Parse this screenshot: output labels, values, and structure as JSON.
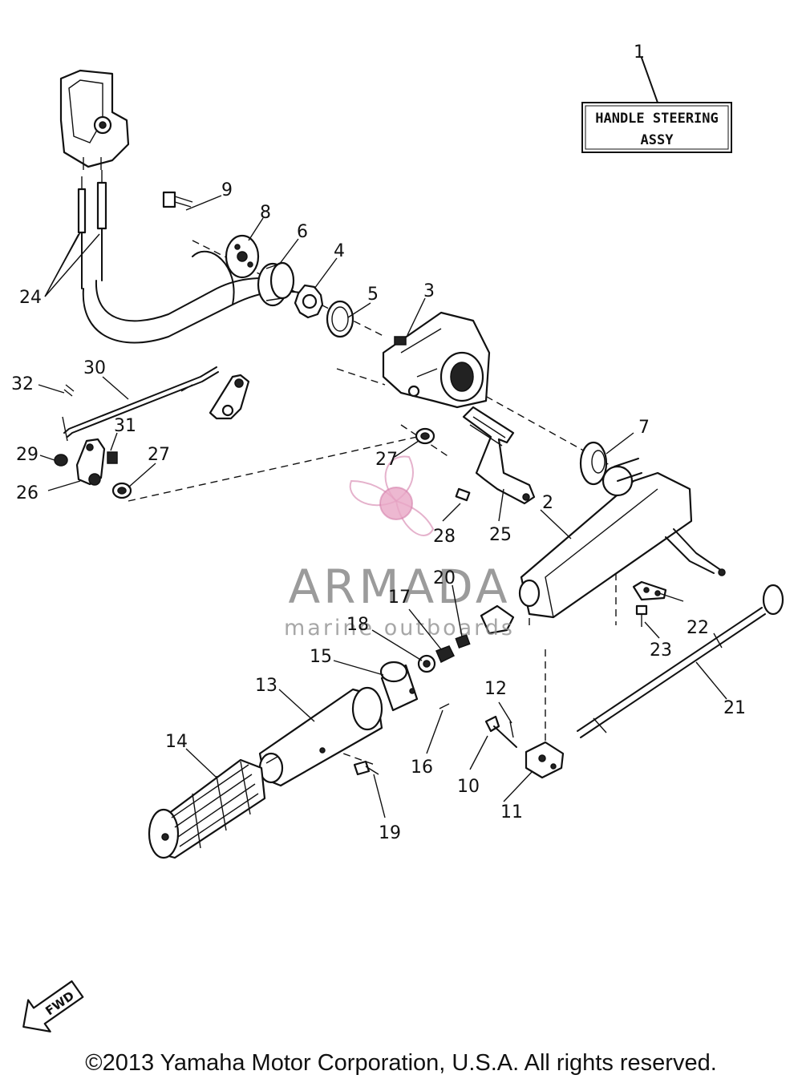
{
  "title_box": {
    "line1": "HANDLE STEERING",
    "line2": "ASSY"
  },
  "callouts": {
    "c1": "1",
    "c2": "2",
    "c3": "3",
    "c4": "4",
    "c5": "5",
    "c6": "6",
    "c7": "7",
    "c8": "8",
    "c9": "9",
    "c10": "10",
    "c11": "11",
    "c12": "12",
    "c13": "13",
    "c14": "14",
    "c15": "15",
    "c16": "16",
    "c17": "17",
    "c18": "18",
    "c19": "19",
    "c20": "20",
    "c21": "21",
    "c22": "22",
    "c23": "23",
    "c24": "24",
    "c25": "25",
    "c26": "26",
    "c27a": "27",
    "c27b": "27",
    "c28": "28",
    "c29": "29",
    "c30": "30",
    "c31": "31",
    "c32": "32"
  },
  "direction_arrow": "FWD",
  "watermark": {
    "brand": "ARMADA",
    "tagline": "marine outboards",
    "accent_color": "#e8a6c6"
  },
  "footer": {
    "copyright": "©2013 Yamaha Motor Corporation, U.S.A. All rights reserved."
  }
}
